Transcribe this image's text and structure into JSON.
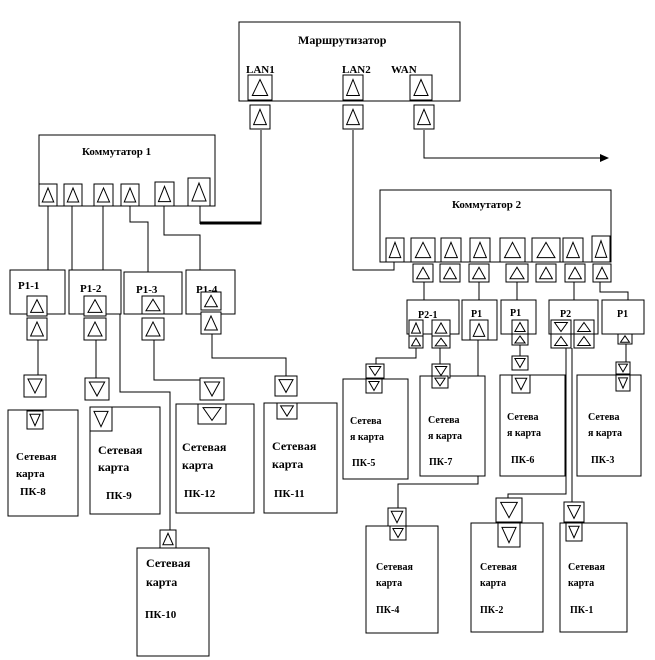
{
  "router": {
    "title": "Маршрутизатор",
    "ports": [
      "LAN1",
      "LAN2",
      "WAN"
    ]
  },
  "switch1": {
    "title": "Коммутатор 1"
  },
  "switch2": {
    "title": "Коммутатор 2"
  },
  "panels": {
    "p1_1": "Р1-1",
    "p1_2": "Р1-2",
    "p1_3": "Р1-3",
    "p1_4": "Р1-4",
    "p2_1": "Р2-1",
    "p1_a": "Р1",
    "p1_b": "Р1",
    "p2": "Р2",
    "p1_c": "Р1"
  },
  "cards": {
    "pc8": {
      "line1": "Сетевая",
      "line2": "карта",
      "pc": "ПК-8"
    },
    "pc9": {
      "line1": "Сетевая",
      "line2": "карта",
      "pc": "ПК-9"
    },
    "pc12": {
      "line1": "Сетевая",
      "line2": "карта",
      "pc": "ПК-12"
    },
    "pc11": {
      "line1": "Сетевая",
      "line2": "карта",
      "pc": "ПК-11"
    },
    "pc10": {
      "line1": "Сетевая",
      "line2": "карта",
      "pc": "ПК-10"
    },
    "pc5": {
      "line1": "Сетева",
      "line2": "я карта",
      "pc": "ПК-5"
    },
    "pc7": {
      "line1": "Сетева",
      "line2": "я карта",
      "pc": "ПК-7"
    },
    "pc6": {
      "line1": "Сетева",
      "line2": "я карта",
      "pc": "ПК-6"
    },
    "pc3": {
      "line1": "Сетева",
      "line2": "я карта",
      "pc": "ПК-3"
    },
    "pc4": {
      "line1": "Сетевая",
      "line2": "карта",
      "pc": "ПК-4"
    },
    "pc2": {
      "line1": "Сетевая",
      "line2": "карта",
      "pc": "ПК-2"
    },
    "pc1": {
      "line1": "Сетевая",
      "line2": "карта",
      "pc": "ПК-1"
    }
  }
}
